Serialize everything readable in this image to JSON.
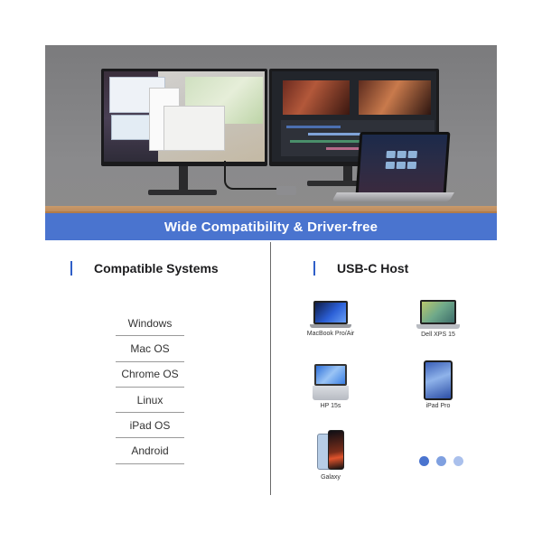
{
  "banner": {
    "text": "Wide Compatibility & Driver-free",
    "color": "#4a74cf"
  },
  "left_section": {
    "title": "Compatible Systems",
    "systems": [
      "Windows",
      "Mac OS",
      "Chrome OS",
      "Linux",
      "iPad OS",
      "Android"
    ]
  },
  "right_section": {
    "title": "USB-C Host",
    "devices": [
      {
        "label": "MacBook Pro/Air",
        "icon": "macbook-icon"
      },
      {
        "label": "Dell XPS 15",
        "icon": "dell-xps-icon"
      },
      {
        "label": "HP 15s",
        "icon": "hp-laptop-icon"
      },
      {
        "label": "iPad Pro",
        "icon": "ipad-icon"
      },
      {
        "label": "Galaxy",
        "icon": "galaxy-phone-icon"
      }
    ],
    "dot_colors": [
      "#4a74cf",
      "#7fa0e0",
      "#aac0ec"
    ]
  },
  "accent_color": "#2f5fc8"
}
